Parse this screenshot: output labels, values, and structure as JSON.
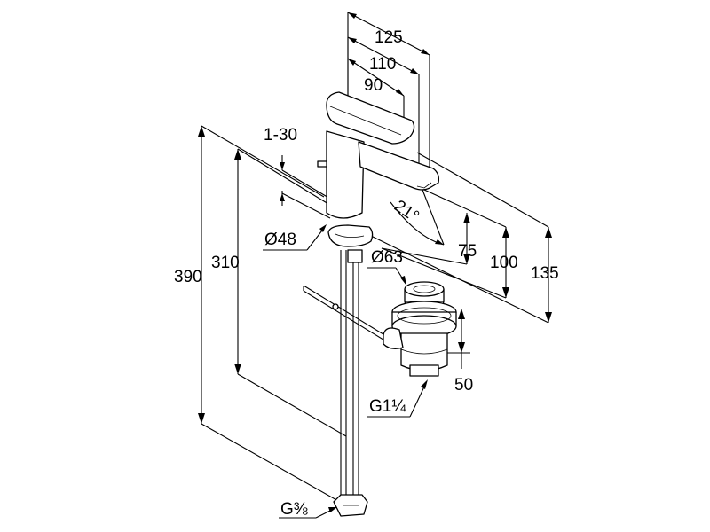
{
  "drawing": {
    "labels": {
      "width_125": "125",
      "width_110": "110",
      "width_90": "90",
      "offset_1_30": "1-30",
      "angle": "21°",
      "diam_48": "Ø48",
      "diam_63": "Ø63",
      "height_390": "390",
      "height_310": "310",
      "height_75": "75",
      "height_100": "100",
      "height_135": "135",
      "height_50": "50",
      "thread_g114": "G1¼",
      "thread_g38": "G⅜"
    }
  }
}
